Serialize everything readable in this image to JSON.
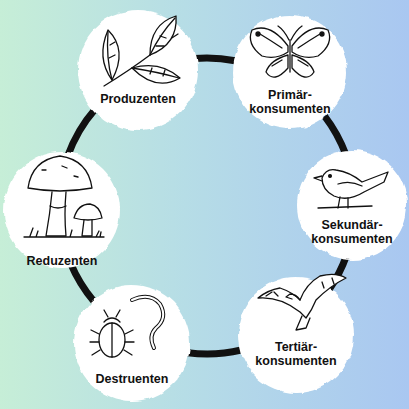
{
  "diagram": {
    "nodes": [
      {
        "text": [
          "Produzenten"
        ]
      },
      {
        "text": [
          "Primär- konsumenten"
        ]
      },
      {
        "text": [
          "Sekundär- konsumenten"
        ]
      },
      {
        "text": [
          "Tertiär- konsumenten"
        ]
      },
      {
        "text": [
          "Destruenten"
        ]
      },
      {
        "text": [
          "Reduzenten"
        ]
      }
    ],
    "edges": [
      {
        "from": 0,
        "to": 1,
        "arrow": "none"
      },
      {
        "from": 1,
        "to": 2,
        "arrow": "none"
      },
      {
        "from": 2,
        "to": 3,
        "arrow": "none"
      },
      {
        "from": 3,
        "to": 4,
        "arrow": "none"
      },
      {
        "from": 4,
        "to": 5,
        "arrow": "none"
      },
      {
        "from": 5,
        "to": 0,
        "arrow": "none"
      }
    ]
  }
}
